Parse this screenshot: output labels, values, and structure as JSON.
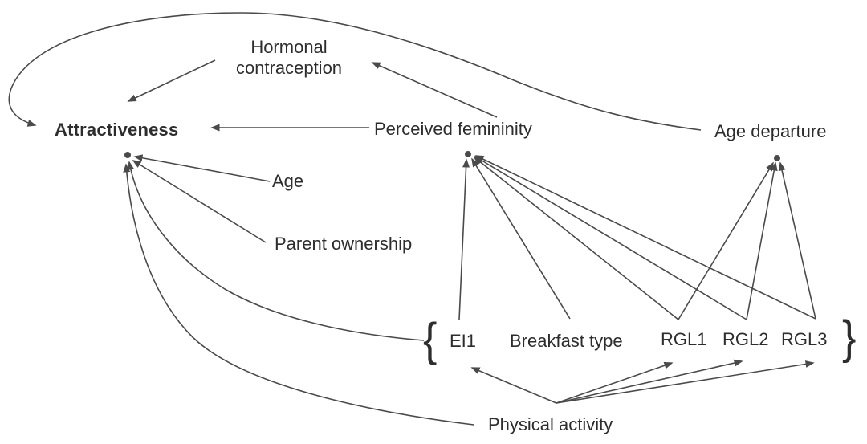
{
  "diagram": {
    "type": "causal-dag",
    "colors": {
      "bg": "#ffffff",
      "line": "#4a4a4a",
      "text": "#2d2d2d"
    },
    "nodes": {
      "hormonal_contraception": {
        "label": "Hormonal\ncontraception"
      },
      "attractiveness": {
        "label": "Attractiveness",
        "emphasis": "bold"
      },
      "perceived_femininity": {
        "label": "Perceived femininity"
      },
      "age_departure": {
        "label": "Age departure"
      },
      "age": {
        "label": "Age"
      },
      "parent_ownership": {
        "label": "Parent ownership"
      },
      "ei1": {
        "label": "EI1"
      },
      "breakfast_type": {
        "label": "Breakfast type"
      },
      "rgl1": {
        "label": "RGL1"
      },
      "rgl2": {
        "label": "RGL2"
      },
      "rgl3": {
        "label": "RGL3"
      },
      "physical_activity": {
        "label": "Physical activity"
      }
    },
    "braces": {
      "left": "{",
      "right": "}"
    },
    "braced_group": [
      "EI1",
      "Breakfast type",
      "RGL1",
      "RGL2",
      "RGL3"
    ],
    "edges": [
      {
        "from": "Age departure",
        "to": "Attractiveness"
      },
      {
        "from": "Hormonal contraception",
        "to": "Attractiveness"
      },
      {
        "from": "Perceived femininity",
        "to": "Hormonal contraception"
      },
      {
        "from": "Perceived femininity",
        "to": "Attractiveness"
      },
      {
        "from": "Age",
        "to": "Attractiveness"
      },
      {
        "from": "Parent ownership",
        "to": "Attractiveness"
      },
      {
        "from": "EI1-RGL3 braced group",
        "to": "Attractiveness"
      },
      {
        "from": "Physical activity",
        "to": "Attractiveness"
      },
      {
        "from": "EI1",
        "to": "Perceived femininity"
      },
      {
        "from": "Breakfast type",
        "to": "Perceived femininity"
      },
      {
        "from": "RGL1",
        "to": "Perceived femininity"
      },
      {
        "from": "RGL2",
        "to": "Perceived femininity"
      },
      {
        "from": "RGL3",
        "to": "Perceived femininity"
      },
      {
        "from": "RGL1",
        "to": "Age departure"
      },
      {
        "from": "RGL2",
        "to": "Age departure"
      },
      {
        "from": "RGL3",
        "to": "Age departure"
      },
      {
        "from": "Physical activity",
        "to": "EI1"
      },
      {
        "from": "Physical activity",
        "to": "RGL1"
      },
      {
        "from": "Physical activity",
        "to": "RGL2"
      },
      {
        "from": "Physical activity",
        "to": "RGL3"
      }
    ]
  }
}
